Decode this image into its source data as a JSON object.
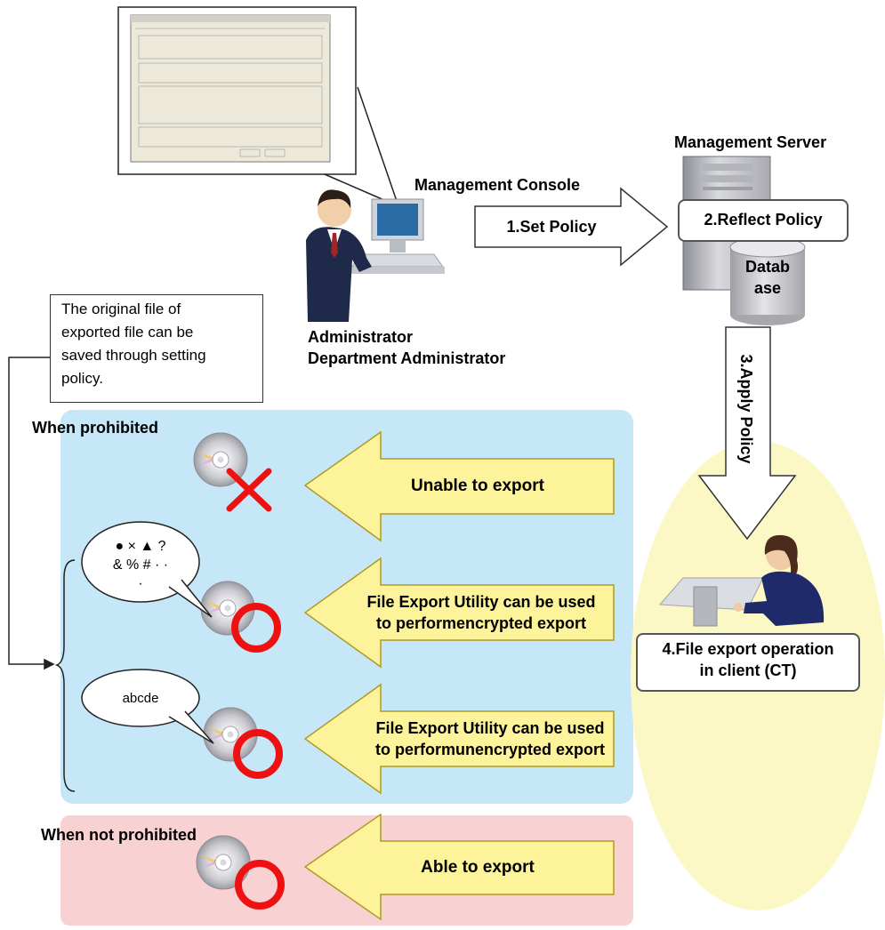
{
  "labels": {
    "management_console": "Management Console",
    "management_server": "Management Server",
    "administrator": "Administrator",
    "department_administrator": "Department Administrator",
    "when_prohibited": "When prohibited",
    "when_not_prohibited": "When not prohibited"
  },
  "steps": {
    "set_policy": "1.Set Policy",
    "reflect_policy": "2.Reflect Policy",
    "apply_policy": "3.Apply Policy",
    "client_operation_line1": "4.File export operation",
    "client_operation_line2": "in client (CT)"
  },
  "database": {
    "line1": "Datab",
    "line2": "ase"
  },
  "note": {
    "line1": "The original  file of",
    "line2": "exported file can be",
    "line3": "saved through setting",
    "line4": "policy."
  },
  "rows": [
    {
      "line1": "Unable to export",
      "line2": ""
    },
    {
      "line1": "File Export Utility can be used",
      "line2": "to performencrypted export"
    },
    {
      "line1": "File Export Utility can be used",
      "line2": "to performunencrypted export"
    },
    {
      "line1": "Able to export",
      "line2": ""
    }
  ],
  "bubbles": {
    "encrypted_line1": "● × ▲ ?",
    "encrypted_line2": "& % # · ·",
    "encrypted_line3": "·",
    "plain": "abcde"
  },
  "colors": {
    "prohibited_panel": "#c6e7f7",
    "not_prohibited_panel": "#f8d2d2",
    "client_ellipse": "#fbf8c6",
    "arrow_fill": "#fcf39b",
    "arrow_stroke": "#b09a24",
    "ok_mark": "#ee1111",
    "ng_mark": "#ee1111"
  },
  "icons": {
    "cross": "cross-mark-icon",
    "circle": "circle-mark-icon",
    "disc": "cd-disc-icon"
  }
}
